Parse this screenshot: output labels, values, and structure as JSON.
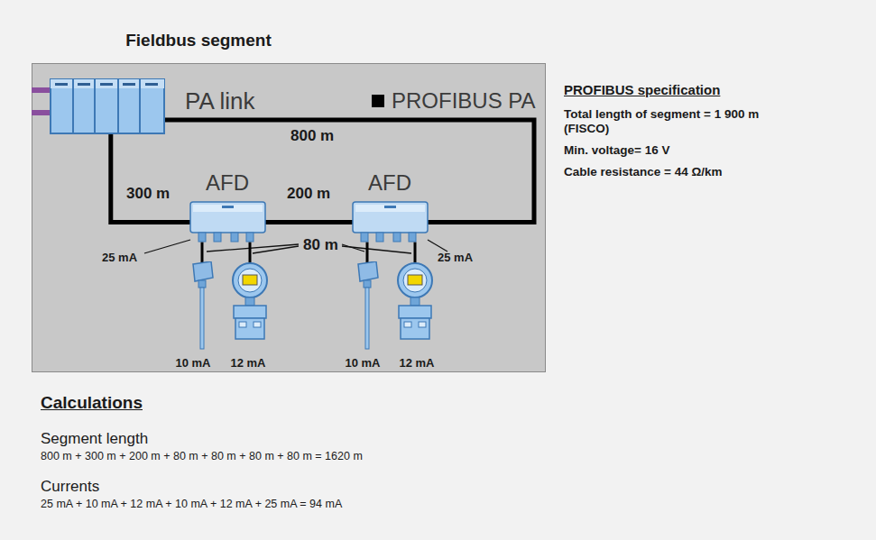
{
  "diagram": {
    "title": "Fieldbus segment",
    "nodes": [
      {
        "text": [
          "PA link"
        ]
      },
      {
        "text": [
          "AFD",
          "25 mA"
        ]
      },
      {
        "text": [
          "AFD",
          "25 mA"
        ]
      },
      {
        "text": [
          "10 mA"
        ]
      },
      {
        "text": [
          "12 mA"
        ]
      },
      {
        "text": [
          "10 mA"
        ]
      },
      {
        "text": [
          "12 mA"
        ]
      }
    ],
    "edges": [
      {
        "from": 0,
        "to": 1,
        "label": "300 m",
        "arrow": "none"
      },
      {
        "from": 1,
        "to": 2,
        "label": "200 m",
        "arrow": "none"
      },
      {
        "from": 2,
        "to": 0,
        "label": "800 m",
        "arrow": "none"
      },
      {
        "from": 1,
        "to": 3,
        "arrow": "none"
      },
      {
        "from": 1,
        "to": 4,
        "arrow": "none"
      },
      {
        "from": 2,
        "to": 5,
        "arrow": "none"
      },
      {
        "from": 2,
        "to": 6,
        "arrow": "none"
      }
    ],
    "labels": [
      "80 m",
      "PROFIBUS specification",
      "Total length of segment = 1 900 m (FISCO)",
      "Min. voltage= 16 V",
      "Cable resistance = 44 Ω/km",
      "Calculations",
      "Segment length",
      "800 m + 300 m + 200 m + 80 m + 80 m + 80 m + 80 m = 1620 m",
      "Currents",
      "25 mA + 10 mA + 12 mA + 10 mA + 12 mA + 25 mA = 94 mA"
    ],
    "legend": [
      {
        "text": "PROFIBUS PA",
        "color": "#000000"
      }
    ]
  }
}
